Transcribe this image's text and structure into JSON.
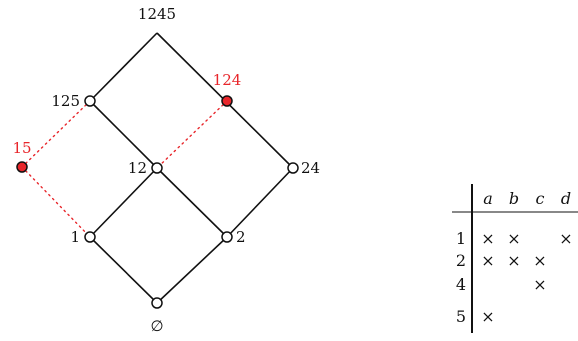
{
  "lattice": {
    "nodes": [
      {
        "id": "top",
        "label": "1245",
        "kind": "plain"
      },
      {
        "id": "n125",
        "label": "125",
        "kind": "regular"
      },
      {
        "id": "n124",
        "label": "124",
        "kind": "highlight"
      },
      {
        "id": "n15",
        "label": "15",
        "kind": "highlight"
      },
      {
        "id": "n12",
        "label": "12",
        "kind": "regular"
      },
      {
        "id": "n24",
        "label": "24",
        "kind": "regular"
      },
      {
        "id": "n1",
        "label": "1",
        "kind": "regular"
      },
      {
        "id": "n2",
        "label": "2",
        "kind": "regular"
      },
      {
        "id": "bottom",
        "label": "∅",
        "kind": "regular"
      }
    ],
    "edges": [
      {
        "from": "top",
        "to": "n125",
        "style": "solid"
      },
      {
        "from": "top",
        "to": "n24",
        "style": "solid"
      },
      {
        "from": "n125",
        "to": "n12",
        "style": "solid"
      },
      {
        "from": "n12",
        "to": "n1",
        "style": "solid"
      },
      {
        "from": "n12",
        "to": "n2",
        "style": "solid"
      },
      {
        "from": "n24",
        "to": "n2",
        "style": "solid"
      },
      {
        "from": "n1",
        "to": "bottom",
        "style": "solid"
      },
      {
        "from": "n2",
        "to": "bottom",
        "style": "solid"
      },
      {
        "from": "n125",
        "to": "n15",
        "style": "dotted"
      },
      {
        "from": "n15",
        "to": "n1",
        "style": "dotted"
      },
      {
        "from": "n124",
        "to": "n12",
        "style": "dotted"
      }
    ],
    "colors": {
      "regular_fill": "#ffffff",
      "highlight_fill": "#e8262b",
      "highlight_label": "#e8262b",
      "stroke": "#111111"
    }
  },
  "context_table": {
    "columns": [
      "a",
      "b",
      "c",
      "d"
    ],
    "rows": [
      {
        "label": "1",
        "cells": [
          "×",
          "×",
          "",
          "×"
        ]
      },
      {
        "label": "2",
        "cells": [
          "×",
          "×",
          "×",
          ""
        ]
      },
      {
        "label": "4",
        "cells": [
          "",
          "",
          "×",
          ""
        ]
      },
      {
        "label": "5",
        "cells": [
          "×",
          "",
          "",
          ""
        ]
      }
    ]
  }
}
